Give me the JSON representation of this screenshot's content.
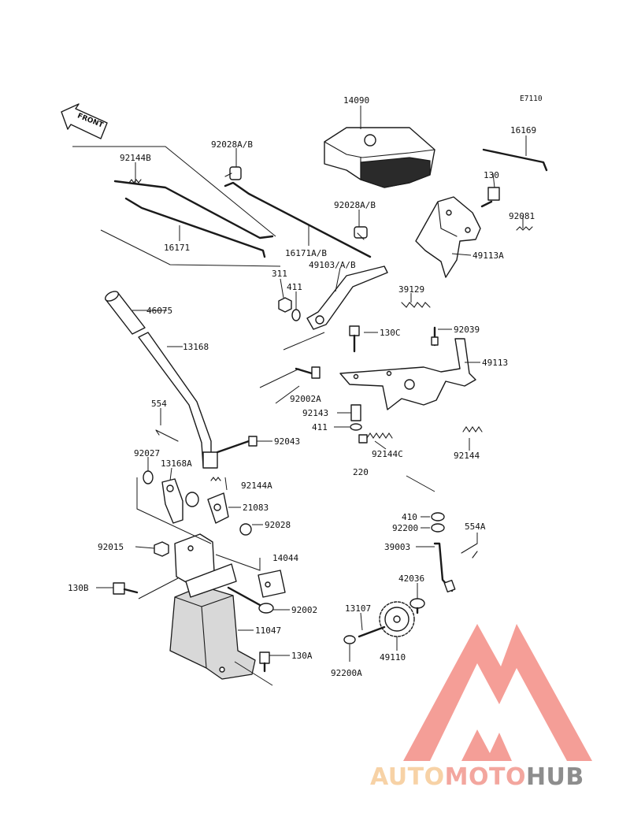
{
  "diagram_code": "E7110",
  "front_label": "FRONT",
  "watermark": {
    "parts": [
      "AUTO",
      "MOTO",
      "HUB"
    ],
    "colors": {
      "auto": "#f6c68e",
      "moto": "#f08e84",
      "hub": "#6e6e6e",
      "logo": "#f2837a"
    }
  },
  "callouts": {
    "p14090": "14090",
    "p16169": "16169",
    "p130": "130",
    "p92081": "92081",
    "p49113A": "49113A",
    "p92028AB_top": "92028A/B",
    "p92144B": "92144B",
    "p92028AB_mid": "92028A/B",
    "p16171": "16171",
    "p16171AB": "16171A/B",
    "p311": "311",
    "p411_top": "411",
    "p49103AB": "49103/A/B",
    "p39129": "39129",
    "p46075": "46075",
    "p130C": "130C",
    "p92039": "92039",
    "p13168": "13168",
    "p49113": "49113",
    "p92002A": "92002A",
    "p554": "554",
    "p92143": "92143",
    "p411_mid": "411",
    "p92144C": "92144C",
    "p92144": "92144",
    "p92043": "92043",
    "p92027": "92027",
    "p13168A": "13168A",
    "p220": "220",
    "p92144A": "92144A",
    "p21083": "21083",
    "p410": "410",
    "p92028": "92028",
    "p92200": "92200",
    "p554A": "554A",
    "p92015": "92015",
    "p14044": "14044",
    "p39003": "39003",
    "p130B": "130B",
    "p42036": "42036",
    "p92002": "92002",
    "p13107": "13107",
    "p11047": "11047",
    "p49110": "49110",
    "p130A": "130A",
    "p92200A": "92200A"
  }
}
